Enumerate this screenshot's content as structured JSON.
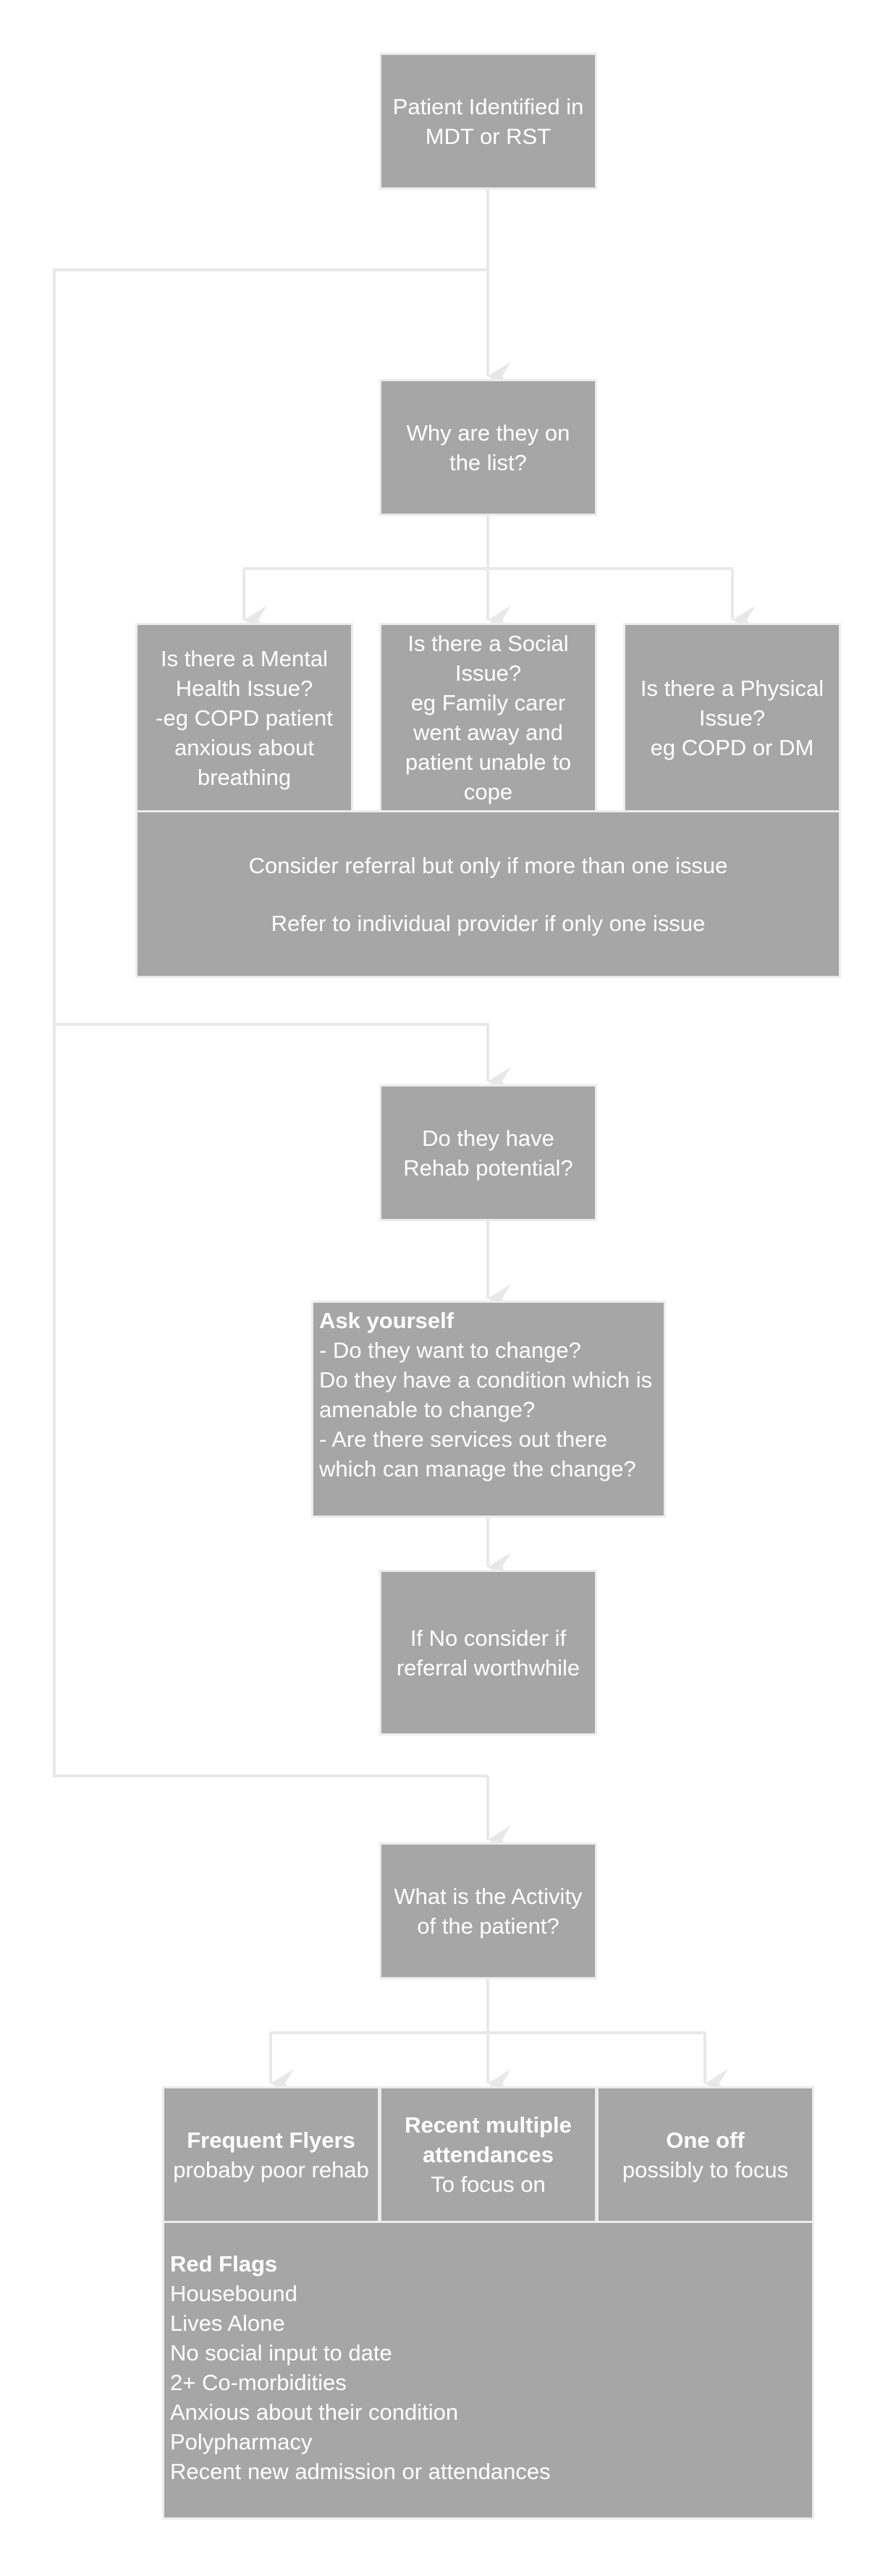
{
  "colors": {
    "box_fill": "#a6a6a6",
    "box_border": "#ececec",
    "connector": "#e8e8e8",
    "text": "#ffffff"
  },
  "nodes": {
    "start": "Patient Identified in MDT or RST",
    "why": "Why are they on the list?",
    "mental": [
      "Is there a Mental Health Issue?",
      "-eg COPD patient anxious about breathing"
    ],
    "social": [
      "Is there a Social Issue?",
      "eg Family carer went away and patient unable to cope"
    ],
    "physical": [
      "Is there a Physical Issue?",
      "eg COPD or DM"
    ],
    "consider": [
      "Consider referral but only if more than one issue",
      "Refer to individual provider if only one issue"
    ],
    "rehab": "Do they have Rehab potential?",
    "ask": {
      "title": "Ask yourself",
      "lines": [
        "- Do they want to change?",
        "Do they have a condition which is amenable to change?",
        "- Are there services out there which can manage the change?"
      ]
    },
    "ifno": "If No consider if referral worthwhile",
    "activity": "What is the Activity of the patient?",
    "frequent": {
      "title": "Frequent Flyers",
      "text": "probaby poor rehab"
    },
    "recent": {
      "title": "Recent multiple attendances",
      "text": "To focus on"
    },
    "oneoff": {
      "title": "One off",
      "text": "possibly to focus"
    },
    "redflags": {
      "title": "Red Flags",
      "items": [
        "Housebound",
        "Lives Alone",
        "No social input to date",
        "2+ Co-morbidities",
        "Anxious about their condition",
        "Polypharmacy",
        "Recent new admission or attendances"
      ]
    }
  }
}
